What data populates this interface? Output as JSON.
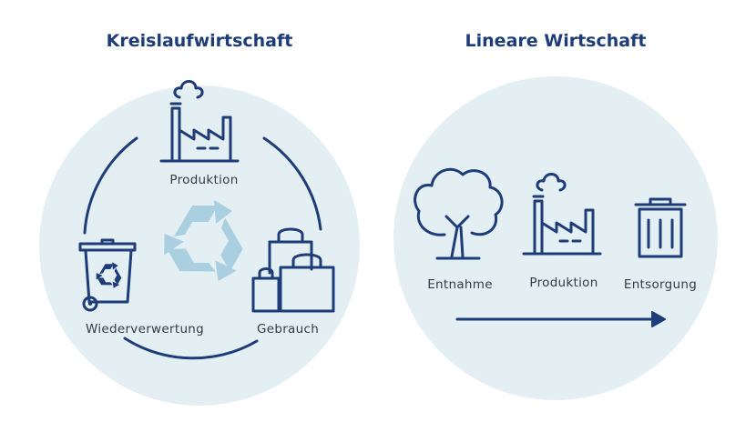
{
  "colors": {
    "navy": "#1d3c78",
    "circle_bg": "#e4eff4",
    "recycle": "#a9cfe1",
    "label_text": "#333a48"
  },
  "circular": {
    "title": "Kreislaufwirtschaft",
    "stages": [
      {
        "label": "Produktion",
        "icon": "factory-icon"
      },
      {
        "label": "Gebrauch",
        "icon": "shopping-bags-icon"
      },
      {
        "label": "Wiederverwertung",
        "icon": "recycling-bin-icon"
      }
    ],
    "center_icon": "recycle-icon"
  },
  "linear": {
    "title": "Lineare Wirtschaft",
    "stages": [
      {
        "label": "Entnahme",
        "icon": "tree-icon"
      },
      {
        "label": "Produktion",
        "icon": "factory-icon"
      },
      {
        "label": "Entsorgung",
        "icon": "trash-can-icon"
      }
    ],
    "flow_icon": "arrow-right-icon"
  }
}
